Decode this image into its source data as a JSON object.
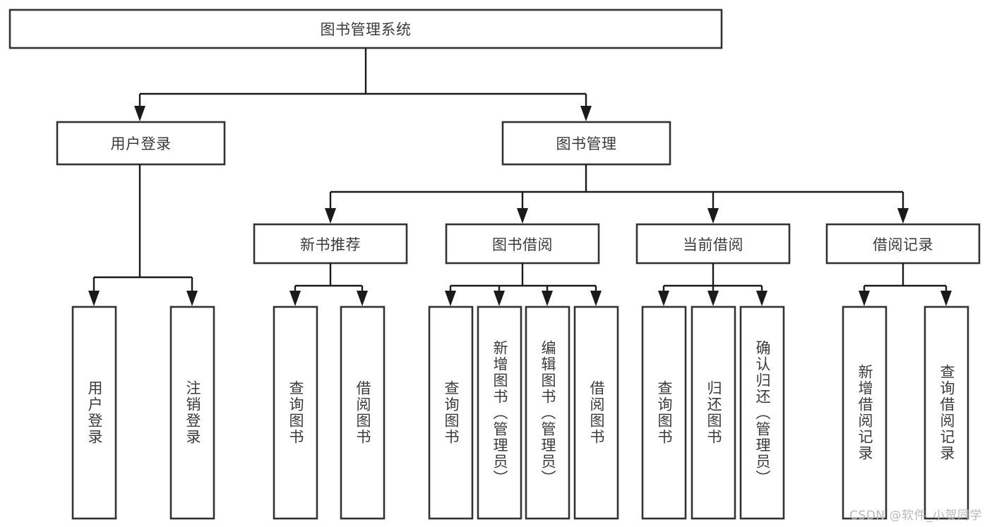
{
  "diagram": {
    "type": "tree-hierarchy",
    "title": "图书管理系统",
    "watermark": "CSDN @软件_小贺同学",
    "colors": {
      "background": "#ffffff",
      "box_stroke": "#333333",
      "edge_stroke": "#1a1a1a",
      "text": "#3b3b3b",
      "watermark": "#b9b9b9"
    },
    "levels": {
      "root": {
        "label": "图书管理系统"
      },
      "level1": [
        {
          "label": "用户登录"
        },
        {
          "label": "图书管理"
        }
      ],
      "level2": [
        {
          "label": "新书推荐",
          "parent": "图书管理"
        },
        {
          "label": "图书借阅",
          "parent": "图书管理"
        },
        {
          "label": "当前借阅",
          "parent": "图书管理"
        },
        {
          "label": "借阅记录",
          "parent": "图书管理"
        }
      ],
      "leaves": [
        {
          "label": "用户登录",
          "parent": "用户登录"
        },
        {
          "label": "注销登录",
          "parent": "用户登录"
        },
        {
          "label": "查询图书",
          "parent": "新书推荐"
        },
        {
          "label": "借阅图书",
          "parent": "新书推荐"
        },
        {
          "label": "查询图书",
          "parent": "图书借阅"
        },
        {
          "label": "新增图书（管理员）",
          "parent": "图书借阅"
        },
        {
          "label": "编辑图书（管理员）",
          "parent": "图书借阅"
        },
        {
          "label": "借阅图书",
          "parent": "图书借阅"
        },
        {
          "label": "查询图书",
          "parent": "当前借阅"
        },
        {
          "label": "归还图书",
          "parent": "当前借阅"
        },
        {
          "label": "确认归还（管理员）",
          "parent": "当前借阅"
        },
        {
          "label": "新增借阅记录",
          "parent": "借阅记录"
        },
        {
          "label": "查询借阅记录",
          "parent": "借阅记录"
        }
      ]
    }
  }
}
